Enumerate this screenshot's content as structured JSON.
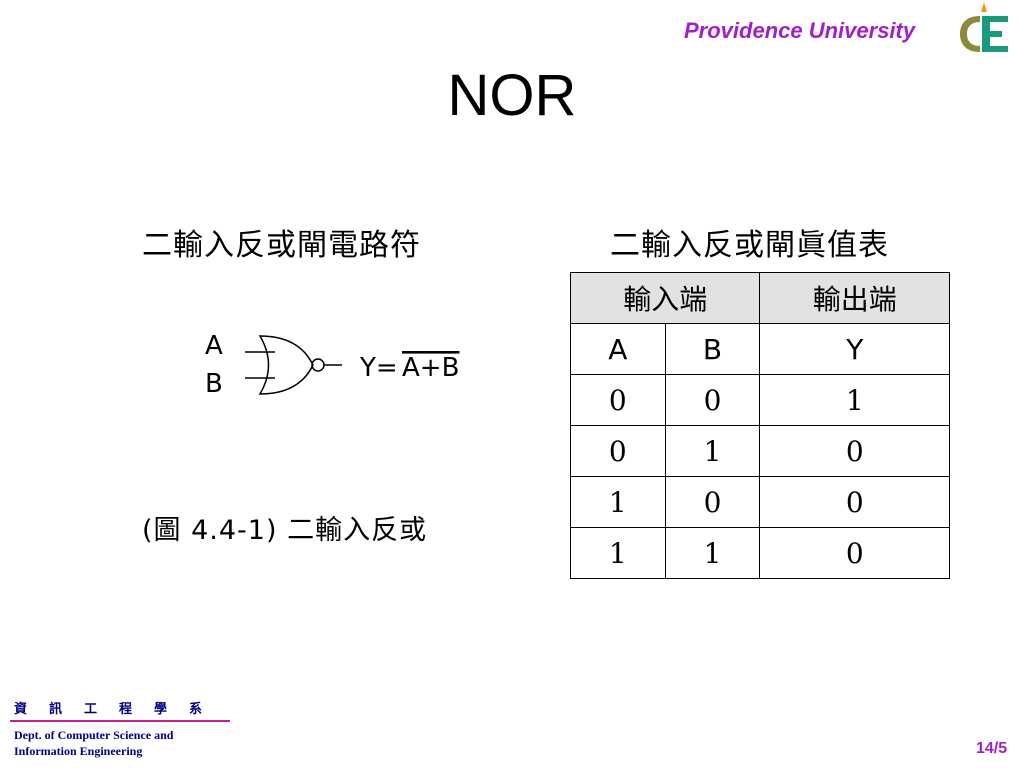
{
  "header": {
    "brand": "Providence University",
    "logo_letters": "CE"
  },
  "title": "NOR",
  "left_panel": {
    "symbol_label": "二輸入反或閘電路符",
    "gate": {
      "input_a": "A",
      "input_b": "B",
      "equation_prefix": "Y=",
      "equation_overbar": "A+B"
    },
    "figure_caption": "(圖 4.4-1)  二輸入反或"
  },
  "right_panel": {
    "table_label": "二輸入反或閘眞值表",
    "table": {
      "group_headers": [
        "輸入端",
        "輸出端"
      ],
      "columns": [
        "A",
        "B",
        "Y"
      ],
      "rows": [
        [
          "0",
          "0",
          "1"
        ],
        [
          "0",
          "1",
          "0"
        ],
        [
          "1",
          "0",
          "0"
        ],
        [
          "1",
          "1",
          "0"
        ]
      ]
    }
  },
  "footer": {
    "dept_cjk": "資訊工程學系",
    "dept_line1": "Dept. of Computer Science and",
    "dept_line2": "Information Engineering",
    "page": "14/5"
  },
  "colors": {
    "brand": "#a020c8",
    "footer_text": "#000080",
    "footer_rule": "#c0209a",
    "table_header_bg": "#e2e2e2"
  }
}
